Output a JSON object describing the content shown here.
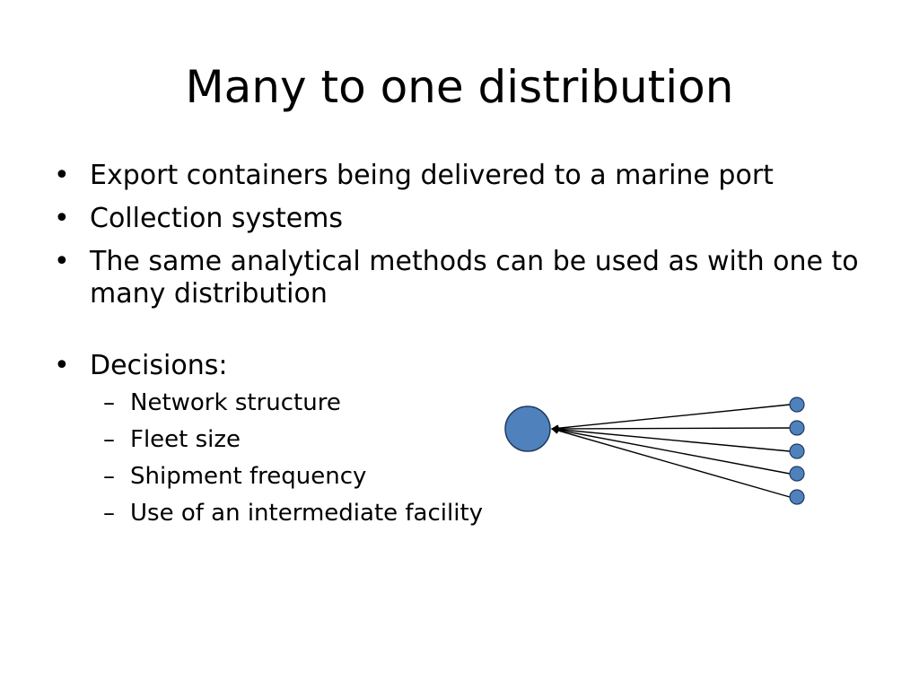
{
  "slide": {
    "title": "Many to one distribution",
    "bullets": [
      {
        "text": "Export containers being delivered to a marine port"
      },
      {
        "text": "Collection systems"
      },
      {
        "text": "The same analytical methods can be used as with one to many distribution"
      }
    ],
    "decisions": {
      "label": "Decisions:",
      "items": [
        "Network structure",
        "Fleet size",
        "Shipment frequency",
        "Use of an intermediate facility"
      ]
    },
    "glyphs": {
      "bullet": "•",
      "dash": "–"
    }
  },
  "diagram": {
    "hub_count": 1,
    "origin_count": 5,
    "node_color": "#4F81BD",
    "node_stroke": "#1F3B5C",
    "edge_color": "#000000"
  }
}
